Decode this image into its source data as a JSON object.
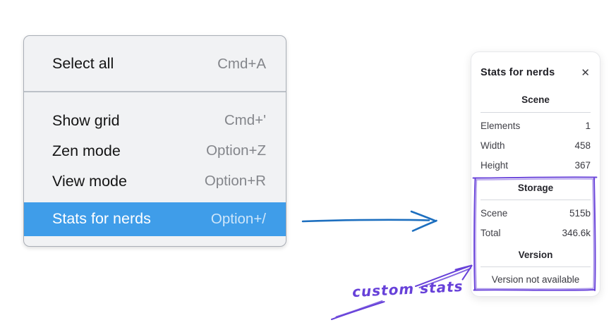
{
  "context_menu": {
    "items": [
      {
        "label": "Select all",
        "shortcut": "Cmd+A",
        "highlighted": false
      },
      {
        "label": "Show grid",
        "shortcut": "Cmd+'",
        "highlighted": false
      },
      {
        "label": "Zen mode",
        "shortcut": "Option+Z",
        "highlighted": false
      },
      {
        "label": "View mode",
        "shortcut": "Option+R",
        "highlighted": false
      },
      {
        "label": "Stats for nerds",
        "shortcut": "Option+/",
        "highlighted": true
      }
    ]
  },
  "stats_panel": {
    "title": "Stats for nerds",
    "close_icon": "✕",
    "sections": [
      {
        "header": "Scene",
        "rows": [
          {
            "label": "Elements",
            "value": "1"
          },
          {
            "label": "Width",
            "value": "458"
          },
          {
            "label": "Height",
            "value": "367"
          }
        ]
      },
      {
        "header": "Storage",
        "rows": [
          {
            "label": "Scene",
            "value": "515b"
          },
          {
            "label": "Total",
            "value": "346.6k"
          }
        ]
      },
      {
        "header": "Version",
        "note": "Version not available"
      }
    ]
  },
  "annotations": {
    "label": "custom stats",
    "highlight_color": "#6741d9",
    "flow_arrow_color": "#1d6fbf",
    "menu_highlight_color": "#3f9de9"
  }
}
